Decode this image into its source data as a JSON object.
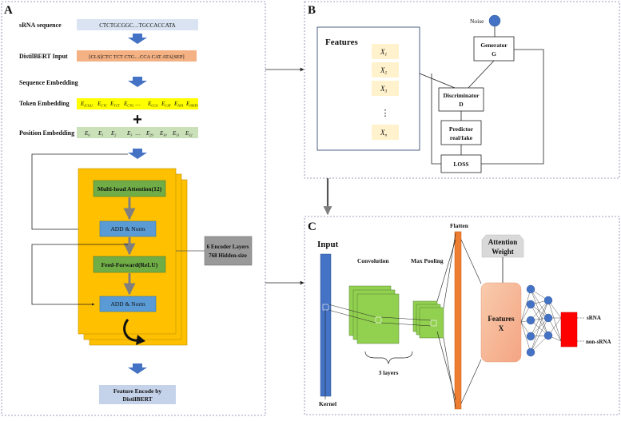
{
  "panel_a": {
    "letter": "A",
    "srna_label": "sRNA sequence",
    "srna_seq": "CTCTGCGGC…TGCCACCATA",
    "bert_input_label": "DistilBERT Input",
    "bert_input_seq": "[CLS]CTC TCT CTG…CCA CAT ATA[SEP]",
    "seq_embedding_label": "Sequence Embedding",
    "token_embedding_label": "Token Embedding",
    "position_embedding_label": "Position Embedding",
    "token_embedding_items": [
      {
        "base": "E",
        "sub": "[CLS]"
      },
      {
        "base": "E",
        "sub": "CTC"
      },
      {
        "base": "E",
        "sub": "TCT"
      },
      {
        "base": "E",
        "sub": "CTG"
      },
      {
        "base": "E",
        "sub": "CCA"
      },
      {
        "base": "E",
        "sub": "CAT"
      },
      {
        "base": "E",
        "sub": "ATA"
      },
      {
        "base": "E",
        "sub": "[SEP]"
      }
    ],
    "position_embedding_items": [
      {
        "base": "E",
        "sub": "0"
      },
      {
        "base": "E",
        "sub": "1"
      },
      {
        "base": "E",
        "sub": "2"
      },
      {
        "base": "E",
        "sub": "3"
      },
      {
        "base": "E",
        "sub": "29"
      },
      {
        "base": "E",
        "sub": "30"
      },
      {
        "base": "E",
        "sub": "31"
      },
      {
        "base": "E",
        "sub": "32"
      }
    ],
    "ellipsis": "…",
    "plus_sign": "+",
    "attention_label": "Multi-head Attention(12)",
    "add_norm_1": "ADD & Norm",
    "feedforward_label": "Feed-Forward(ReLU)",
    "add_norm_2": "ADD & Norm",
    "encoder_layers_line1": "6 Encoder Layers",
    "encoder_layers_line2": "768 Hidden-size",
    "feature_encode_line1": "Feature Encode by",
    "feature_encode_line2": "DistilBERT"
  },
  "panel_b": {
    "letter": "B",
    "noise_label": "Noise",
    "features_title": "Features",
    "feature_items": [
      {
        "base": "X",
        "sub": "1"
      },
      {
        "base": "X",
        "sub": "2"
      },
      {
        "base": "X",
        "sub": "3"
      },
      {
        "base": "X",
        "sub": "n"
      }
    ],
    "vertical_dots": "⋮",
    "generator_line1": "Generator",
    "generator_line2": "G",
    "discriminator_line1": "Discriminator",
    "discriminator_line2": "D",
    "predictor_line1": "Predictor",
    "predictor_line2": "real/fake",
    "loss_label": "LOSS"
  },
  "panel_c": {
    "letter": "C",
    "input_label": "Input",
    "kernel_label": "Kernel",
    "convolution_label": "Convolution",
    "max_pooling_label": "Max Pooling",
    "flatten_label": "Flatten",
    "layers_label": "3 layers",
    "attention_line1": "Attention",
    "attention_line2": "Weight",
    "features_line1": "Features",
    "features_line2": "X",
    "output_srna": "sRNA",
    "output_non_srna": "non-sRNA"
  },
  "colors": {
    "frame_dash": "#8080b0",
    "srna_box": "#d9e3f1",
    "bert_box": "#f4b183",
    "token_box": "#ffff00",
    "position_box": "#c9e0b8",
    "blue_arrow": "#4472c4",
    "encoder_gold": "#ffc000",
    "green_block": "#70ad47",
    "add_norm_blue": "#5b9bd5",
    "grey_block": "#999999",
    "feature_encode_box": "#c5d3ea",
    "noise_circle": "#4472c4",
    "feature_cell": "#fff2cc",
    "input_bar": "#4472c4",
    "conv_green": "#92d050",
    "flatten_orange": "#ed7d31",
    "attention_grey": "#d9d9d9",
    "features_salmon": "#f4b79a",
    "node_blue": "#4472c4",
    "output_red": "#ff0000"
  }
}
